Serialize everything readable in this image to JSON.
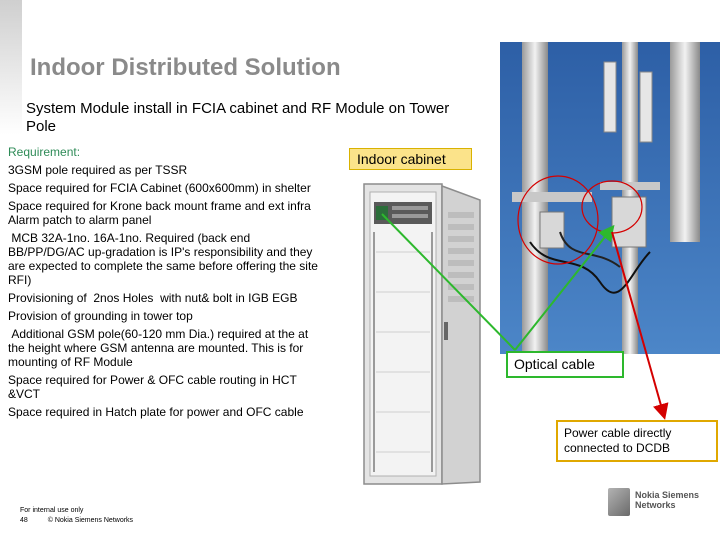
{
  "slide": {
    "title": "Indoor Distributed Solution",
    "subtitle": "System Module install in FCIA cabinet and RF Module on  Tower Pole"
  },
  "requirements": {
    "heading": "Requirement:",
    "items": [
      "3GSM pole required as per TSSR",
      "Space required for FCIA Cabinet (600x600mm) in shelter",
      "Space required for Krone back mount frame and ext infra Alarm patch to alarm panel",
      " MCB 32A-1no. 16A-1no. Required (back end BB/PP/DG/AC up-gradation is IP's responsibility and they are expected to complete the same before offering the site RFI)",
      "Provisioning of  2nos Holes  with nut& bolt in IGB EGB",
      "Provision of grounding in tower top",
      " Additional GSM pole(60-120 mm Dia.) required at the at the height where GSM antenna are mounted. This is for mounting of RF Module",
      "Space required for Power & OFC cable routing in HCT &VCT",
      "Space required in Hatch plate for power and OFC cable"
    ]
  },
  "labels": {
    "indoor_cabinet": "Indoor cabinet",
    "optical_cable": "Optical cable",
    "power_cable": "Power cable directly connected to DCDB"
  },
  "footer": {
    "internal": "For internal use only",
    "page": "48",
    "copyright": "© Nokia Siemens Networks"
  },
  "logo": {
    "text": "Nokia Siemens Networks"
  },
  "colors": {
    "title_gray": "#8a8a8a",
    "requirement_green": "#2e8b57",
    "optical_green": "#2db82d",
    "power_red": "#d40000",
    "label_yellow": "#fbe38a"
  },
  "icons": {
    "cabinet": "server-cabinet-photo",
    "tower": "tower-pole-photo",
    "logo": "nsn-logo-mark"
  }
}
